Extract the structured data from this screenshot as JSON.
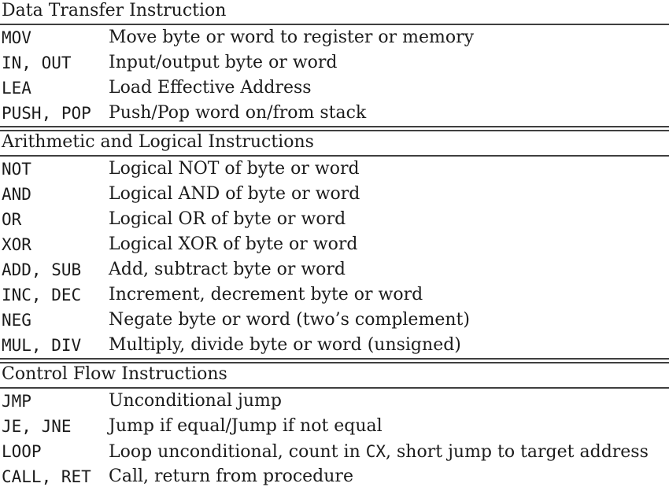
{
  "page": {
    "background": "#ffffff",
    "text_color": "#1b1b1b",
    "rule_color": "#3f3f3f"
  },
  "table": {
    "sections": [
      {
        "title": "Data Transfer Instruction",
        "rows": [
          {
            "mnemonic": "MOV",
            "description": [
              {
                "text": "Move byte or word to register or memory"
              }
            ]
          },
          {
            "mnemonic": "IN, OUT",
            "description": [
              {
                "text": "Input/output byte or word"
              }
            ]
          },
          {
            "mnemonic": "LEA",
            "description": [
              {
                "text": "Load Effective Address"
              }
            ]
          },
          {
            "mnemonic": "PUSH, POP",
            "description": [
              {
                "text": "Push/Pop word on/from stack"
              }
            ]
          }
        ]
      },
      {
        "title": "Arithmetic and Logical Instructions",
        "rows": [
          {
            "mnemonic": "NOT",
            "description": [
              {
                "text": "Logical NOT of byte or word"
              }
            ]
          },
          {
            "mnemonic": "AND",
            "description": [
              {
                "text": "Logical AND of byte or word"
              }
            ]
          },
          {
            "mnemonic": "OR",
            "description": [
              {
                "text": "Logical OR of byte or word"
              }
            ]
          },
          {
            "mnemonic": "XOR",
            "description": [
              {
                "text": "Logical XOR of byte or word"
              }
            ]
          },
          {
            "mnemonic": "ADD, SUB",
            "description": [
              {
                "text": "Add, subtract byte or word"
              }
            ]
          },
          {
            "mnemonic": "INC, DEC",
            "description": [
              {
                "text": "Increment, decrement byte or word"
              }
            ]
          },
          {
            "mnemonic": "NEG",
            "description": [
              {
                "text": "Negate byte or word (two’s complement)"
              }
            ]
          },
          {
            "mnemonic": "MUL, DIV",
            "description": [
              {
                "text": "Multiply, divide byte or word (unsigned)"
              }
            ]
          }
        ]
      },
      {
        "title": "Control Flow Instructions",
        "rows": [
          {
            "mnemonic": "JMP",
            "description": [
              {
                "text": "Unconditional jump"
              }
            ]
          },
          {
            "mnemonic": "JE, JNE",
            "description": [
              {
                "text": "Jump if equal/Jump if not equal"
              }
            ]
          },
          {
            "mnemonic": "LOOP",
            "description": [
              {
                "text": "Loop unconditional, count in "
              },
              {
                "text": "CX",
                "code": true
              },
              {
                "text": ", short jump to target address"
              }
            ]
          },
          {
            "mnemonic": "CALL, RET",
            "description": [
              {
                "text": "Call, return from procedure"
              }
            ]
          }
        ]
      }
    ]
  }
}
